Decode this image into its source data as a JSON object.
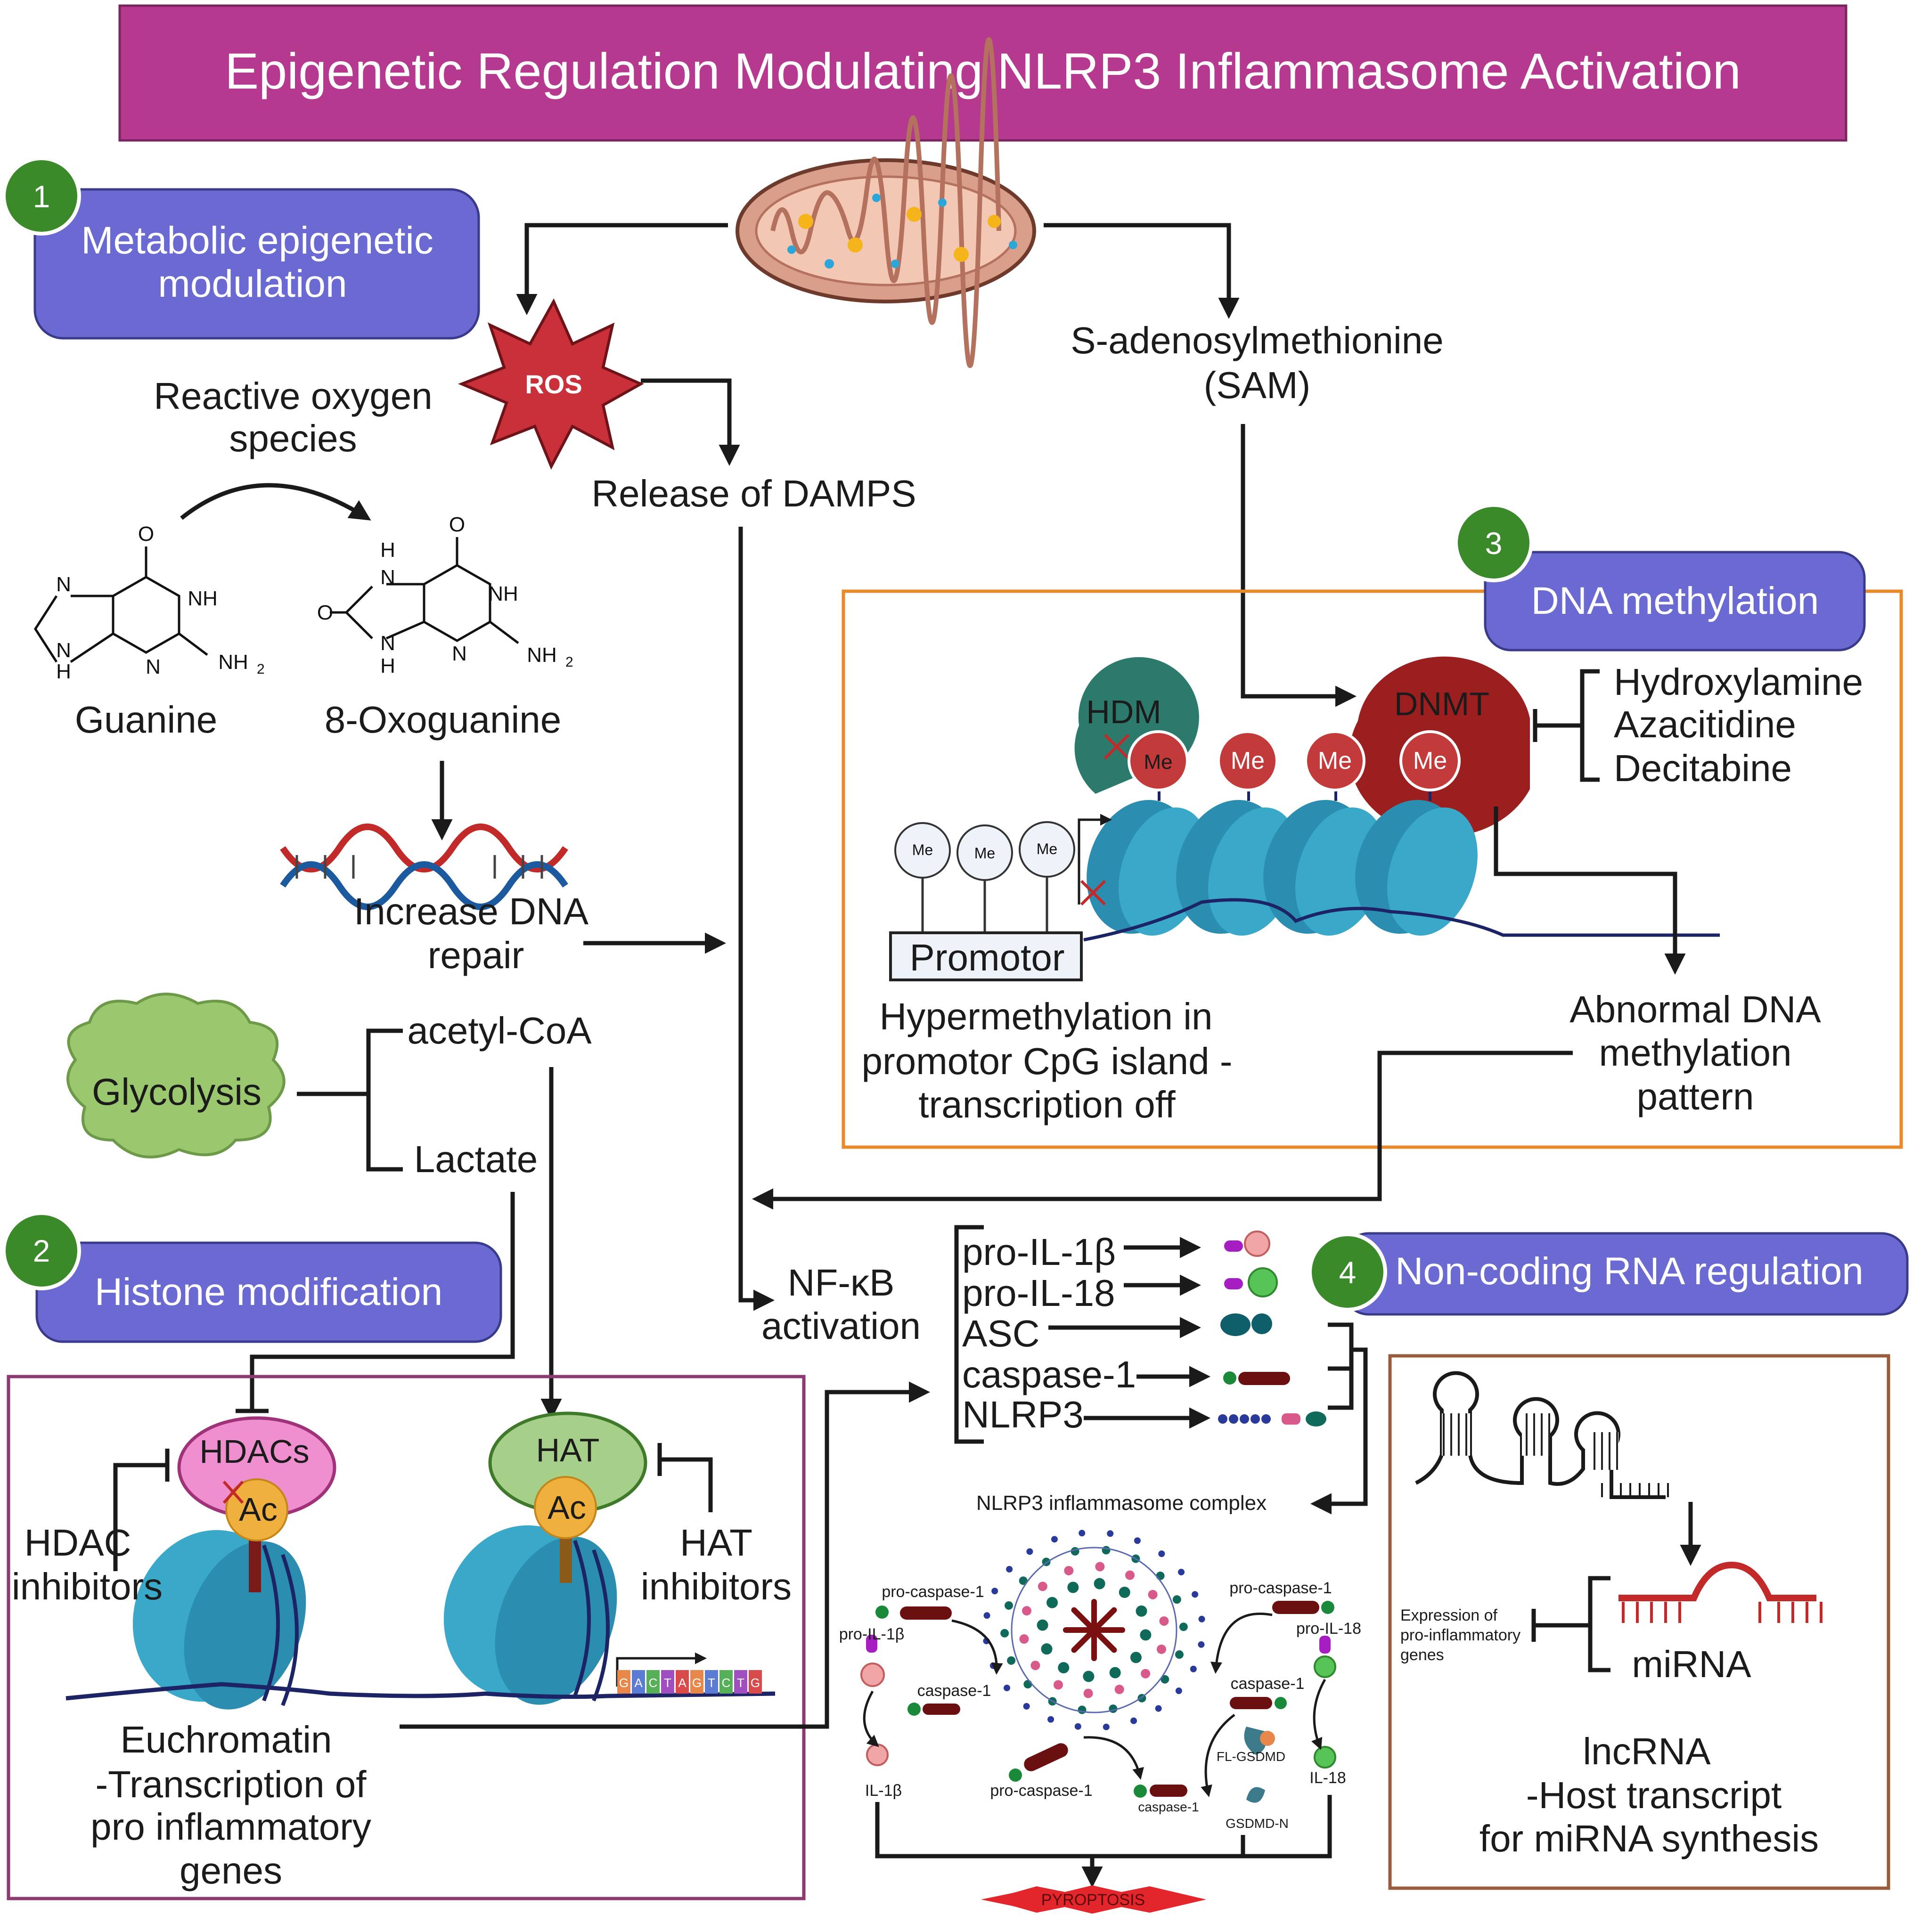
{
  "title": "Epigenetic Regulation Modulating NLRP3 Inflammasome Activation",
  "sections": [
    {
      "number": "1",
      "label_line1": "Metabolic epigenetic",
      "label_line2": "modulation"
    },
    {
      "number": "2",
      "label": "Histone modification"
    },
    {
      "number": "3",
      "label": "DNA methylation"
    },
    {
      "number": "4",
      "label": "Non-coding RNA regulation"
    }
  ],
  "metabolic": {
    "ros_badge": "ROS",
    "ros_line1": "Reactive oxygen",
    "ros_line2": "species",
    "damps": "Release of DAMPS",
    "sam_line1": "S-adenosylmethionine",
    "sam_line2": "(SAM)",
    "guanine": "Guanine",
    "oxoguanine": "8-Oxoguanine",
    "dna_repair_line1": "Increase DNA",
    "dna_repair_line2": "repair",
    "glycolysis": "Glycolysis",
    "acetyl_coa": "acetyl-CoA",
    "lactate": "Lactate"
  },
  "molecule_labels": {
    "o": "O",
    "n": "N",
    "nh": "NH",
    "h": "H",
    "nh2": "NH",
    "sub2": "2"
  },
  "dna_methylation": {
    "hdm": "HDM",
    "dnmt": "DNMT",
    "me": "Me",
    "promotor": "Promotor",
    "inhibitors": [
      "Hydroxylamine",
      "Azacitidine",
      "Decitabine"
    ],
    "hyper_line1": "Hypermethylation in",
    "hyper_line2": "promotor CpG island -",
    "hyper_line3": "transcription off",
    "abnormal_line1": "Abnormal DNA",
    "abnormal_line2": "methylation",
    "abnormal_line3": "pattern"
  },
  "histone": {
    "hdacs": "HDACs",
    "hat": "HAT",
    "ac": "Ac",
    "hdac_inh_line1": "HDAC",
    "hdac_inh_line2": "inhibitors",
    "hat_inh_line1": "HAT",
    "hat_inh_line2": "inhibitors",
    "bases": [
      "G",
      "A",
      "C",
      "T",
      "A",
      "G",
      "T",
      "C",
      "T",
      "G"
    ],
    "eu_line1": "Euchromatin",
    "eu_line2": "-Transcription of",
    "eu_line3": "pro inflammatory",
    "eu_line4": "genes"
  },
  "nfkb": {
    "line1": "NF-κB",
    "line2": "activation",
    "targets": [
      "pro-IL-1β",
      "pro-IL-18",
      "ASC",
      "caspase-1",
      "NLRP3"
    ]
  },
  "inflammasome": {
    "complex": "NLRP3 inflammasome complex",
    "pro_caspase_left": "pro-caspase-1",
    "pro_il1b": "pro-IL-1β",
    "caspase_left": "caspase-1",
    "il1b": "IL-1β",
    "pro_caspase_bottom": "pro-caspase-1",
    "caspase_bottom": "caspase-1",
    "pro_caspase_right": "pro-caspase-1",
    "pro_il18": "pro-IL-18",
    "caspase_right": "caspase-1",
    "fl_gsdmd": "FL-GSDMD",
    "il18": "IL-18",
    "gsdmd_n": "GSDMD-N",
    "pyroptosis": "PYROPTOSIS"
  },
  "ncrna": {
    "expression_line1": "Expression of",
    "expression_line2": "pro-inflammatory",
    "expression_line3": "genes",
    "mirna": "miRNA",
    "lnc_line1": "lncRNA",
    "lnc_line2": "-Host transcript",
    "lnc_line3": "for miRNA synthesis"
  },
  "colors": {
    "title_bg": "#b5398f",
    "section_box": "#6a6ad2",
    "badge_green": "#3b8a2a",
    "ros_red": "#c9303a",
    "dnmt_red": "#9c1f20",
    "hdm_teal": "#2b7a6c",
    "me_red": "#c23a3a",
    "nucleosome": "#3aa9c9",
    "hdacs_pink": "#ef8fd0",
    "hat_green": "#a6d08a",
    "ac_orange": "#f0b03e",
    "glycolysis_green": "#9bc86f",
    "orange_box": "#e88a2c",
    "purple_box": "#8e3a72",
    "brown_box": "#9a5a3c",
    "mirna_red": "#c22a2a"
  }
}
